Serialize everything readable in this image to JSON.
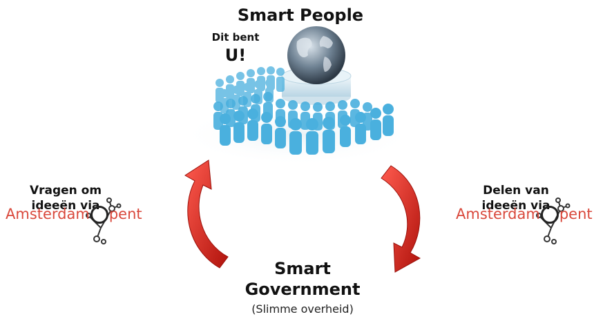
{
  "top": {
    "title": "Smart People",
    "you_label_1": "Dit bent",
    "you_label_2": "U!"
  },
  "left": {
    "line1": "Vragen om",
    "line2": "ideeën via",
    "brand_prefix": "Amsterdam",
    "brand_suffix": "pent"
  },
  "right": {
    "line1": "Delen van",
    "line2": "ideeën via",
    "brand_prefix": "Amsterdam",
    "brand_suffix": "pent"
  },
  "bottom": {
    "title_line1": "Smart",
    "title_line2": "Government",
    "subtitle": "(Slimme overheid)"
  },
  "colors": {
    "arrow": "#e0261d",
    "people": "#4ab0de",
    "brand": "#d9483b",
    "globe": "#5a6d7c"
  },
  "icons": [
    "globe-icon",
    "people-crowd-icon",
    "curved-arrow-up-icon",
    "curved-arrow-down-icon",
    "network-logo-icon"
  ]
}
